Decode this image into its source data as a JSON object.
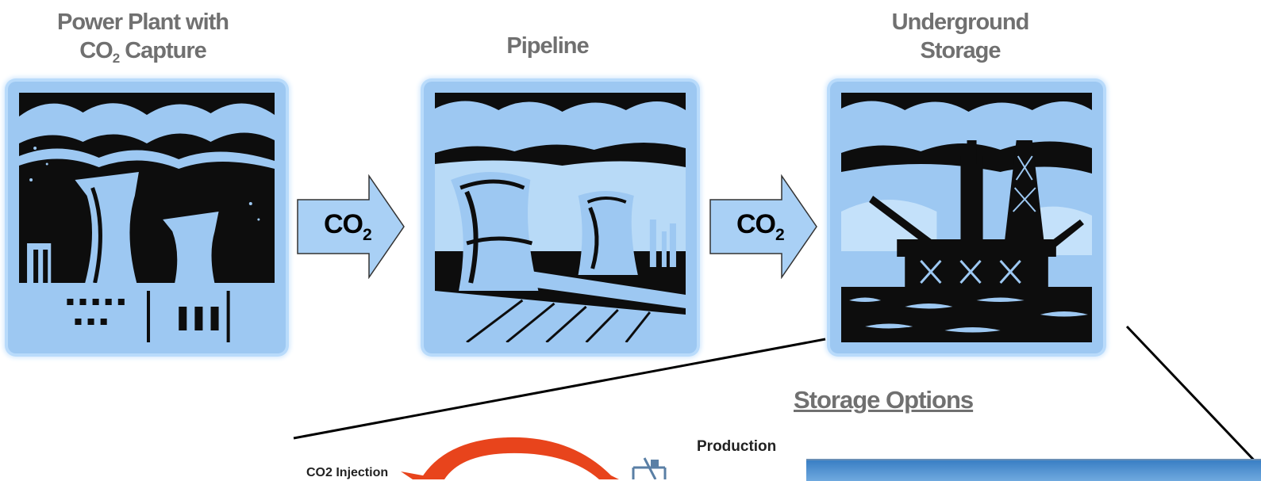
{
  "stages": [
    {
      "title_line1": "Power Plant with",
      "title_co": "CO",
      "title_sub": "2",
      "title_tail": " Capture",
      "icon": "power-plant-icon"
    },
    {
      "title": "Pipeline",
      "icon": "pipeline-tanks-icon"
    },
    {
      "title_line1": "Underground",
      "title_line2": "Storage",
      "icon": "offshore-platform-icon"
    }
  ],
  "arrows": [
    {
      "label": "CO",
      "sub": "2"
    },
    {
      "label": "CO",
      "sub": "2"
    }
  ],
  "storage_options": {
    "title": "Storage Options",
    "production_label": "Production",
    "cut_label": "CO2 Injection"
  },
  "colors": {
    "frame_blue": "#9dc8f2",
    "arrow_blue": "#a9d0f5",
    "title_gray": "#707070",
    "ink": "#0d0d0d",
    "injection_arrow": "#e8441c"
  }
}
